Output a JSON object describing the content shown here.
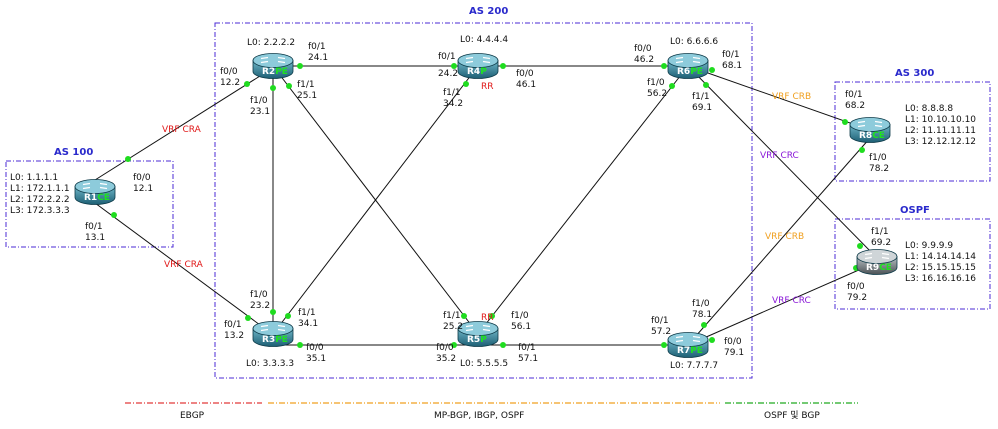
{
  "areas": [
    {
      "id": "as100",
      "label": "AS 100"
    },
    {
      "id": "as200",
      "label": "AS 200"
    },
    {
      "id": "as300",
      "label": "AS 300"
    },
    {
      "id": "ospf",
      "label": "OSPF"
    }
  ],
  "routers": [
    {
      "id": "R1",
      "name": "R1",
      "role": "CE",
      "lines": [
        "L0: 1.1.1.1",
        "L1: 172.1.1.1",
        "L2: 172.2.2.2",
        "L3: 172.3.3.3"
      ]
    },
    {
      "id": "R2",
      "name": "R2",
      "role": "PE",
      "lines": [
        "L0: 2.2.2.2"
      ]
    },
    {
      "id": "R3",
      "name": "R3",
      "role": "PE",
      "lines": [
        "L0: 3.3.3.3"
      ]
    },
    {
      "id": "R4",
      "name": "R4",
      "role": "P",
      "lines": [
        "L0: 4.4.4.4"
      ]
    },
    {
      "id": "R5",
      "name": "R5",
      "role": "P",
      "lines": [
        "L0: 5.5.5.5"
      ]
    },
    {
      "id": "R6",
      "name": "R6",
      "role": "PE",
      "lines": [
        "L0: 6.6.6.6"
      ]
    },
    {
      "id": "R7",
      "name": "R7",
      "role": "PE",
      "lines": [
        "L0: 7.7.7.7"
      ]
    },
    {
      "id": "R8",
      "name": "R8",
      "role": "CE",
      "lines": [
        "L0: 8.8.8.8",
        "L1: 10.10.10.10",
        "L2: 11.11.11.11",
        "L3: 12.12.12.12"
      ]
    },
    {
      "id": "R9",
      "name": "R9",
      "role": "CE",
      "lines": [
        "L0: 9.9.9.9",
        "L1: 14.14.14.14",
        "L2: 15.15.15.15",
        "L3: 16.16.16.16"
      ]
    }
  ],
  "interfaces": [
    {
      "id": "r1a",
      "iface": "f0/0",
      "ip": "12.1"
    },
    {
      "id": "r1b",
      "iface": "f0/1",
      "ip": "13.1"
    },
    {
      "id": "r2a",
      "iface": "f0/0",
      "ip": "12.2"
    },
    {
      "id": "r2b",
      "iface": "f0/1",
      "ip": "24.1"
    },
    {
      "id": "r2c",
      "iface": "f1/0",
      "ip": "23.1"
    },
    {
      "id": "r2d",
      "iface": "f1/1",
      "ip": "25.1"
    },
    {
      "id": "r3a",
      "iface": "f0/1",
      "ip": "13.2"
    },
    {
      "id": "r3b",
      "iface": "f1/0",
      "ip": "23.2"
    },
    {
      "id": "r3c",
      "iface": "f1/1",
      "ip": "34.1"
    },
    {
      "id": "r3d",
      "iface": "f0/0",
      "ip": "35.1"
    },
    {
      "id": "r4a",
      "iface": "f0/1",
      "ip": "24.2"
    },
    {
      "id": "r4b",
      "iface": "f0/0",
      "ip": "46.1"
    },
    {
      "id": "r4c",
      "iface": "f1/1",
      "ip": "34.2"
    },
    {
      "id": "r5a",
      "iface": "f1/1",
      "ip": "25.2"
    },
    {
      "id": "r5b",
      "iface": "f1/0",
      "ip": "56.1"
    },
    {
      "id": "r5c",
      "iface": "f0/0",
      "ip": "35.2"
    },
    {
      "id": "r5d",
      "iface": "f0/1",
      "ip": "57.1"
    },
    {
      "id": "r6a",
      "iface": "f0/0",
      "ip": "46.2"
    },
    {
      "id": "r6b",
      "iface": "f0/1",
      "ip": "68.1"
    },
    {
      "id": "r6c",
      "iface": "f1/0",
      "ip": "56.2"
    },
    {
      "id": "r6d",
      "iface": "f1/1",
      "ip": "69.1"
    },
    {
      "id": "r7a",
      "iface": "f0/1",
      "ip": "57.2"
    },
    {
      "id": "r7b",
      "iface": "f1/0",
      "ip": "78.1"
    },
    {
      "id": "r7c",
      "iface": "f0/0",
      "ip": "79.1"
    },
    {
      "id": "r8a",
      "iface": "f0/1",
      "ip": "68.2"
    },
    {
      "id": "r8b",
      "iface": "f1/0",
      "ip": "78.2"
    },
    {
      "id": "r9a",
      "iface": "f1/1",
      "ip": "69.2"
    },
    {
      "id": "r9b",
      "iface": "f0/0",
      "ip": "79.2"
    }
  ],
  "rr_label": "RR",
  "vrf_labels": {
    "cra": "VRF CRA",
    "crb": "VRF CRB",
    "crc": "VRF CRC"
  },
  "legend": [
    {
      "id": "ebgp",
      "label": "EBGP",
      "color": "#e23b3b"
    },
    {
      "id": "mpbgp",
      "label": "MP-BGP, IBGP, OSPF",
      "color": "#f0a020"
    },
    {
      "id": "ospfbgp",
      "label": "OSPF 및 BGP",
      "color": "#22aa22"
    }
  ],
  "colors": {
    "cra": "#e01818",
    "crb": "#f0a020",
    "crc": "#8a18d8",
    "as_box": "#4b2bd6",
    "role": "#1fe21f",
    "port": "#1fdc1f"
  }
}
